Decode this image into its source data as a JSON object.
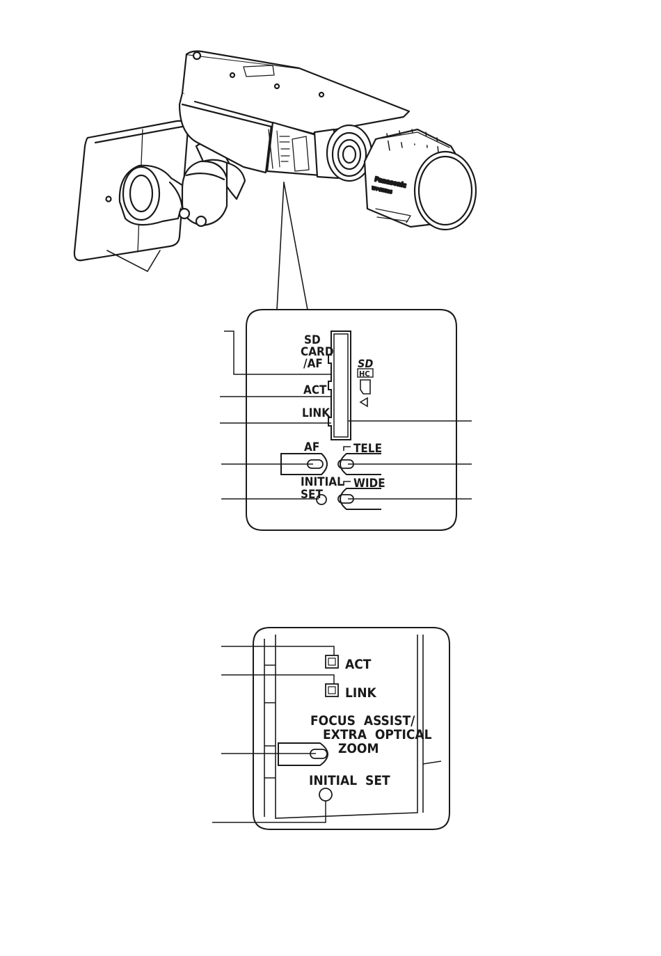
{
  "camera": {
    "brand_logo": "Panasonic",
    "model_text": "WV-SW316"
  },
  "panel_top": {
    "sd_line1": "SD",
    "sd_line2": "CARD",
    "sd_line3": "/AF",
    "act": "ACT",
    "link": "LINK",
    "sdhc_logo": "SD",
    "sdhc_sub": "HC",
    "af": "AF",
    "tele": "TELE",
    "initial_line1": "INITIAL",
    "initial_line2": "SET",
    "wide": "WIDE"
  },
  "panel_bottom": {
    "act": "ACT",
    "link": "LINK",
    "focus_line1": "FOCUS  ASSIST/",
    "focus_line2": "EXTRA  OPTICAL",
    "focus_line3": "ZOOM",
    "initial_set": "INITIAL  SET"
  }
}
